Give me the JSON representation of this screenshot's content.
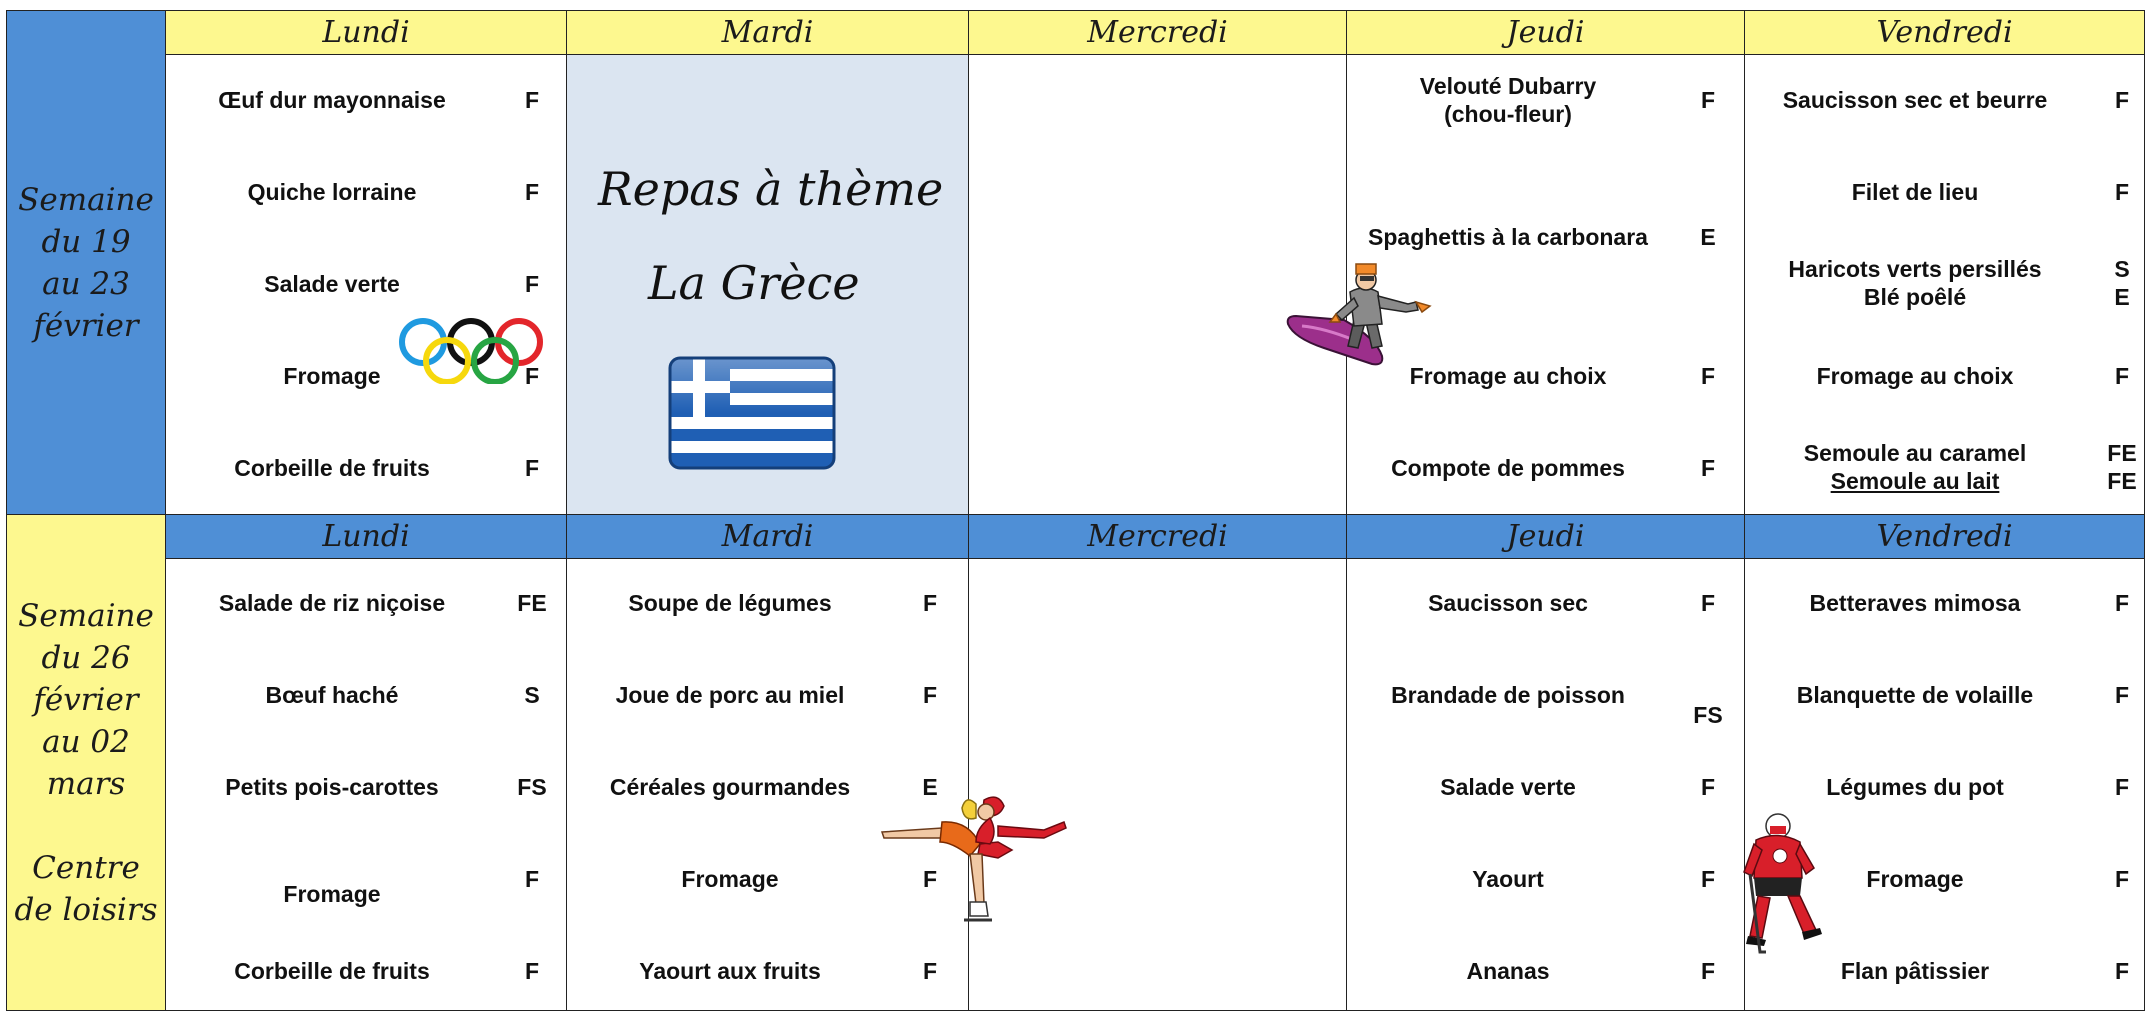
{
  "week1": {
    "label_lines": [
      "Semaine",
      "du 19",
      "au 23",
      "février"
    ],
    "days": [
      "Lundi",
      "Mardi",
      "Mercredi",
      "Jeudi",
      "Vendredi"
    ],
    "lundi": [
      {
        "dish": "Œuf dur mayonnaise",
        "code": "F"
      },
      {
        "dish": "Quiche lorraine",
        "code": "F"
      },
      {
        "dish": "Salade verte",
        "code": "F"
      },
      {
        "dish": "Fromage",
        "code": "F"
      },
      {
        "dish": "Corbeille de fruits",
        "code": "F"
      }
    ],
    "mardi_theme": {
      "line1": "Repas à thème",
      "line2": "La Grèce"
    },
    "jeudi": [
      {
        "dish_lines": [
          "Velouté Dubarry",
          "(chou-fleur)"
        ],
        "code": "F"
      },
      {
        "dish": "Spaghettis à la carbonara",
        "code": "E"
      },
      {
        "dish": "Fromage au choix",
        "code": "F"
      },
      {
        "dish": "Compote de pommes",
        "code": "F"
      }
    ],
    "vendredi": [
      {
        "dish": "Saucisson sec et beurre",
        "code": "F"
      },
      {
        "dish": "Filet de lieu",
        "code": "F"
      },
      {
        "dish_lines": [
          "Haricots verts persillés",
          "Blé poêlé"
        ],
        "code_lines": [
          "S",
          "E"
        ]
      },
      {
        "dish": "Fromage au choix",
        "code": "F"
      },
      {
        "dish_lines": [
          "Semoule au caramel",
          "Semoule au lait"
        ],
        "code_lines": [
          "FE",
          "FE"
        ]
      }
    ]
  },
  "week2": {
    "label_lines": [
      "Semaine",
      "du 26",
      "février",
      "au 02",
      "mars",
      "",
      "Centre",
      "de loisirs"
    ],
    "days": [
      "Lundi",
      "Mardi",
      "Mercredi",
      "Jeudi",
      "Vendredi"
    ],
    "lundi": [
      {
        "dish": "Salade de riz niçoise",
        "code": "FE"
      },
      {
        "dish": "Bœuf haché",
        "code": "S"
      },
      {
        "dish": "Petits pois-carottes",
        "code": "FS"
      },
      {
        "dish": "Fromage",
        "code": "F"
      },
      {
        "dish": "Corbeille de fruits",
        "code": "F"
      }
    ],
    "mardi": [
      {
        "dish": "Soupe de légumes",
        "code": "F"
      },
      {
        "dish": "Joue de porc au miel",
        "code": "F"
      },
      {
        "dish": "Céréales gourmandes",
        "code": "E"
      },
      {
        "dish": "Fromage",
        "code": "F"
      },
      {
        "dish": "Yaourt aux fruits",
        "code": "F"
      }
    ],
    "jeudi": [
      {
        "dish": "Saucisson sec",
        "code": "F"
      },
      {
        "dish": "Brandade de poisson",
        "code": "FS"
      },
      {
        "dish": "Salade verte",
        "code": "F"
      },
      {
        "dish": "Yaourt",
        "code": "F"
      },
      {
        "dish": "Ananas",
        "code": "F"
      }
    ],
    "vendredi": [
      {
        "dish": "Betteraves mimosa",
        "code": "F"
      },
      {
        "dish": "Blanquette de volaille",
        "code": "F"
      },
      {
        "dish": "Légumes du pot",
        "code": "F"
      },
      {
        "dish": "Fromage",
        "code": "F"
      },
      {
        "dish": "Flan pâtissier",
        "code": "F"
      }
    ]
  },
  "colors": {
    "header_yellow": "#fdf88f",
    "header_blue": "#4f8fd6",
    "theme_bg": "#dbe5f1"
  },
  "icons": [
    "olympic-rings-icon",
    "greek-flag-icon",
    "snowboarder-icon",
    "figure-skater-icon",
    "hockey-player-icon"
  ]
}
